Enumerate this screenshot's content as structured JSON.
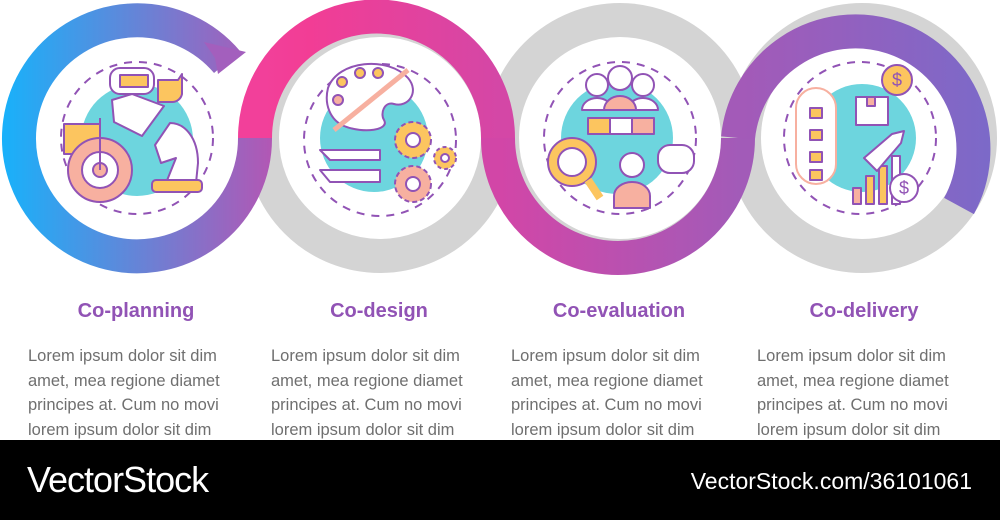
{
  "steps": [
    {
      "title": "Co-planning",
      "body": "Lorem ipsum dolor sit dim\namet, mea regione diamet\nprincipes at. Cum no movi\nlorem ipsum dolor sit dim",
      "icon": "planning-icon"
    },
    {
      "title": "Co-design",
      "body": "Lorem ipsum dolor sit dim\namet, mea regione diamet\nprincipes at. Cum no movi\nlorem ipsum dolor sit dim",
      "icon": "design-icon"
    },
    {
      "title": "Co-evaluation",
      "body": "Lorem ipsum dolor sit dim\namet, mea regione diamet\nprincipes at. Cum no movi\nlorem ipsum dolor sit dim",
      "icon": "evaluation-icon"
    },
    {
      "title": "Co-delivery",
      "body": "Lorem ipsum dolor sit dim\namet, mea regione diamet\nprincipes at. Cum no movi\nlorem ipsum dolor sit dim",
      "icon": "delivery-icon"
    }
  ],
  "footer": {
    "brand": "VectorStock",
    "url": "VectorStock.com/36101061"
  },
  "colors": {
    "title": "#9153b5",
    "body": "#6f6f6f",
    "ring_gray": "#d4d4d4",
    "cyan": "#6dd5de",
    "yellow": "#fcc55f",
    "salmon": "#f7b0a0",
    "outline": "#9153b5"
  }
}
